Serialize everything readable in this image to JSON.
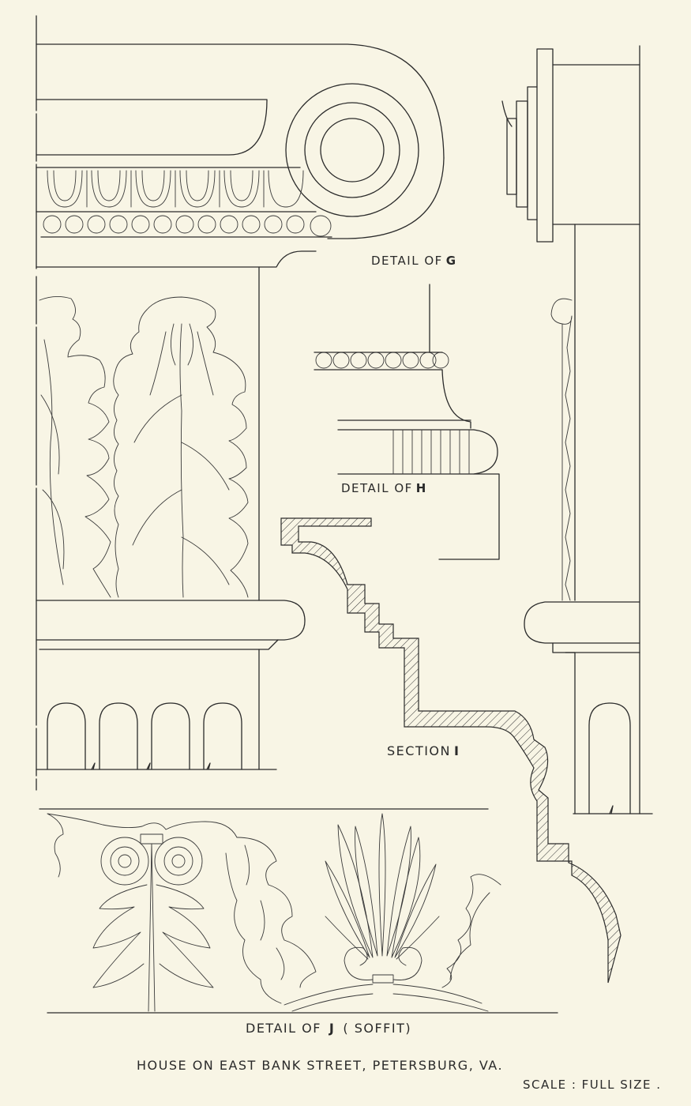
{
  "labels": {
    "detail_g": {
      "prefix": "DETAIL OF",
      "letter": "G"
    },
    "detail_h": {
      "prefix": "DETAIL OF",
      "letter": "H"
    },
    "section_i": {
      "prefix": "SECTION",
      "letter": "I"
    },
    "detail_j": {
      "prefix": "DETAIL OF",
      "letter": "J",
      "suffix": "( SOFFIT)"
    }
  },
  "caption": {
    "title": "HOUSE ON EAST BANK STREET, PETERSBURG, VA.",
    "scale": "SCALE : FULL SIZE ."
  },
  "colors": {
    "paper": "#f8f5e5",
    "ink": "#2b2b2b"
  }
}
